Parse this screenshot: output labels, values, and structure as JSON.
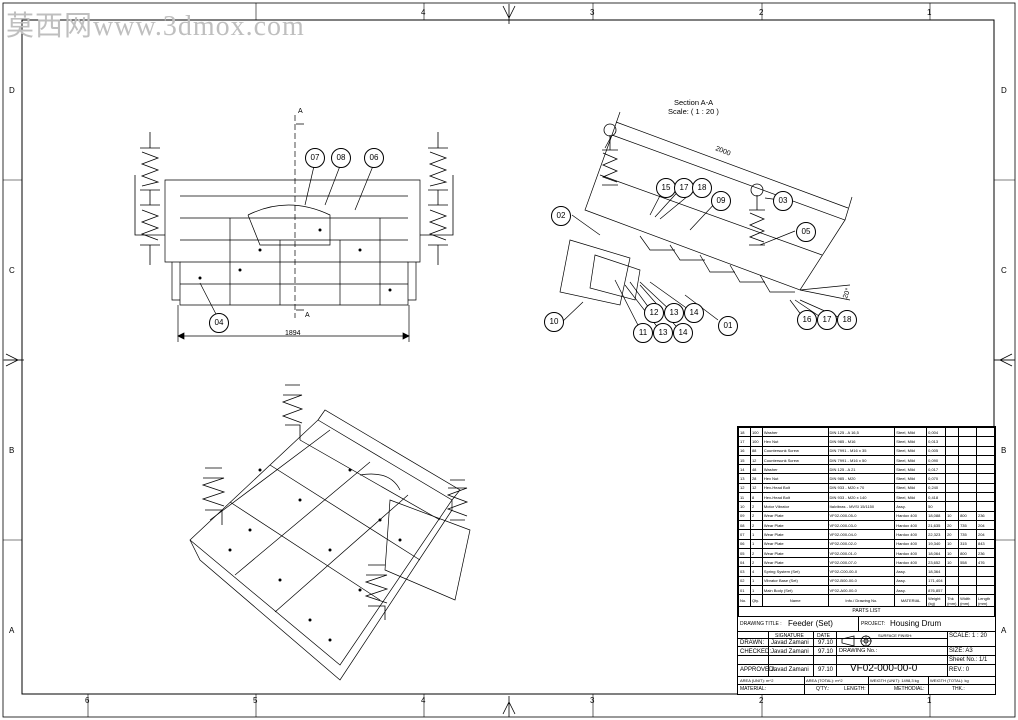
{
  "watermark": "莫西网www.3dmox.com",
  "zones": {
    "top": [
      "4",
      "3",
      "2",
      "1"
    ],
    "bottom": [
      "6",
      "5",
      "4",
      "3",
      "2",
      "1"
    ],
    "left": [
      "D",
      "C",
      "B",
      "A"
    ],
    "right": [
      "D",
      "C",
      "B",
      "A"
    ]
  },
  "front_view": {
    "section_mark": "A",
    "dimension": "1894",
    "balloons": [
      "07",
      "08",
      "06",
      "04"
    ]
  },
  "section_view": {
    "title": "Section A-A",
    "scale": "Scale: ( 1 : 20 )",
    "length": "2000",
    "angle": "20°",
    "balloons": [
      "15",
      "17",
      "18",
      "09",
      "03",
      "05",
      "02",
      "10",
      "12",
      "13",
      "14",
      "11",
      "13",
      "14",
      "01",
      "16",
      "17",
      "18"
    ]
  },
  "parts_list": {
    "title": "PARTS LIST",
    "headers": [
      "No.",
      "Qty.",
      "Name",
      "Info./ Drawing No.",
      "MATERIAL",
      "Weight (kg)",
      "Thk (mm)",
      "Width (mm)",
      "Length (mm)"
    ],
    "rows": [
      [
        "18",
        "100",
        "Washer",
        "DIN 125 - A 16,5",
        "Steel, Mild",
        "0,004",
        "",
        "",
        ""
      ],
      [
        "17",
        "100",
        "Hex Nut",
        "DIN 985 - M16",
        "Steel, Mild",
        "0,013",
        "",
        "",
        ""
      ],
      [
        "16",
        "88",
        "Countersunk Screw",
        "DIN 7991 - M16 x 35",
        "Steel, Mild",
        "0,005",
        "",
        "",
        ""
      ],
      [
        "15",
        "12",
        "Countersunk Screw",
        "DIN 7991 - M16 x 50",
        "Steel, Mild",
        "0,090",
        "",
        "",
        ""
      ],
      [
        "14",
        "48",
        "Washer",
        "DIN 125 - A 21",
        "Steel, Mild",
        "0,017",
        "",
        "",
        ""
      ],
      [
        "13",
        "28",
        "Hex Nut",
        "DIN 985 - M20",
        "Steel, Mild",
        "0,070",
        "",
        "",
        ""
      ],
      [
        "12",
        "12",
        "Hex-Head Bolt",
        "DIN 933 - M20 x 70",
        "Steel, Mild",
        "0,240",
        "",
        "",
        ""
      ],
      [
        "11",
        "8",
        "Hex-Head Bolt",
        "DIN 933 - M20 x 140",
        "Steel, Mild",
        "0,418",
        "",
        "",
        ""
      ],
      [
        "10",
        "2",
        "Motor Vibrator",
        "Italvibras - MVSI 15/1150",
        "Assy.",
        "50",
        "",
        "",
        ""
      ],
      [
        "09",
        "2",
        "Wear Plate",
        "VF02-000-05-0",
        "Hardox 400",
        "18,088",
        "10",
        "800",
        "236"
      ],
      [
        "08",
        "2",
        "Wear Plate",
        "VF02-000-03-0",
        "Hardox 400",
        "21,635",
        "20",
        "735",
        "204"
      ],
      [
        "07",
        "1",
        "Wear Plate",
        "VF02-000-04-0",
        "Hardox 400",
        "22,323",
        "20",
        "735",
        "204"
      ],
      [
        "06",
        "1",
        "Wear Plate",
        "VF02-000-02-0",
        "Hardox 400",
        "19,340",
        "10",
        "315",
        "843"
      ],
      [
        "05",
        "2",
        "Wear Plate",
        "VF02-000-01-0",
        "Hardox 400",
        "18,064",
        "10",
        "800",
        "236"
      ],
      [
        "04",
        "2",
        "Wear Plate",
        "VF02-000-07-0",
        "Hardox 400",
        "23,652",
        "10",
        "558",
        "476"
      ],
      [
        "03",
        "4",
        "Spring System (Set)",
        "VF02-C00-00-0",
        "Assy.",
        "18,364",
        "",
        "",
        ""
      ],
      [
        "02",
        "1",
        "Vibrator Base (Set)",
        "VF02-B00-00-0",
        "Assy.",
        "171,404",
        "",
        "",
        ""
      ],
      [
        "01",
        "1",
        "Main Body (Set)",
        "VF02-A00-00-0",
        "Assy.",
        "876,857",
        "",
        "",
        ""
      ]
    ]
  },
  "title_block": {
    "drawing_title_label": "DRAWING TITLE :",
    "drawing_title": "Feeder (Set)",
    "project_label": "PROJECT:",
    "project": "Housing Drum",
    "signature_label": "SIGNATURE",
    "date_label": "DATE",
    "surface_finish_label": "SURFACE FINISH:",
    "scale": "SCALE: 1 : 20",
    "size": "SIZE: A3",
    "sheet": "Sheet No.: 1/1",
    "rev": "REV.: 0",
    "drawn_label": "DRAWN:",
    "checked_label": "CHECKED:",
    "approved_label": "APPROVED:",
    "drawn_by": "Javad Zamani",
    "checked_by": "Javad Zamani",
    "approved_by": "Javad Zamani",
    "drawn_date": "97.10",
    "checked_date": "97.10",
    "approved_date": "97.10",
    "drawing_no_label": "DRAWING No.:",
    "drawing_no": "VF02-000-00-0",
    "area_unit": "AREA (UNIT): m^2",
    "area_total": "AREA (TOTAL): m^2",
    "weight_unit": "WEIGTH (UNIT): 1498,3 kg",
    "weight_total": "WEIGTH (TOTAL): kg",
    "material_label": "MATERIAL:",
    "qty_label": "Q'TY.:",
    "length_label": "LENGTH:",
    "method_label": "METHODIAL:",
    "thk_label": "THK.:"
  }
}
